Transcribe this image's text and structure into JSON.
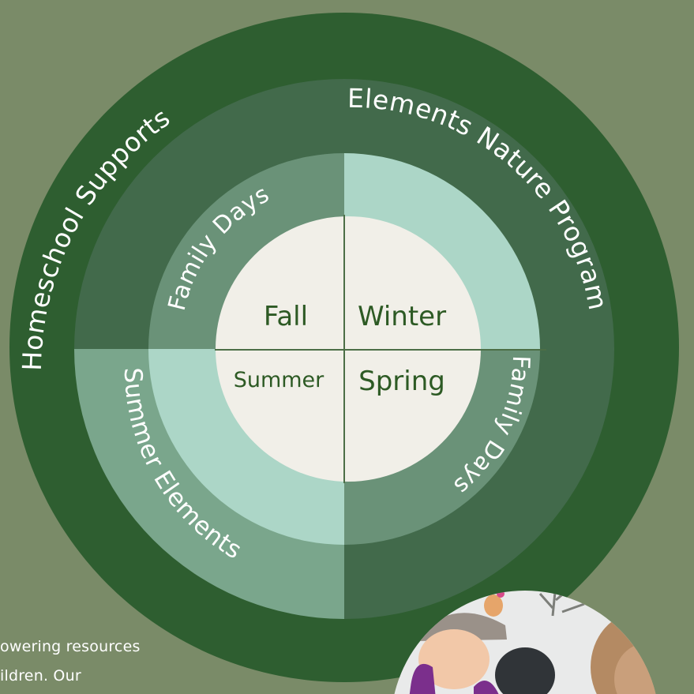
{
  "colors": {
    "background": "#7a8b68",
    "outer_ring": "#2e5e30",
    "ring2": "#426a4b",
    "ring2_light": "#7aa68c",
    "ring3": "#6a9278",
    "ring3_light": "#acd6c7",
    "center": "#f1efe8",
    "label_white": "#ffffff",
    "season_text": "#2d5a24",
    "divider": "#4c6e46"
  },
  "rings": {
    "outer": {
      "label": "Homeschool Supports"
    },
    "second": {
      "top_right": "Elements Nature Program",
      "bottom_left": "Summer Elements"
    },
    "third": {
      "top_left": "Family Days",
      "bottom_right": "Family Days"
    }
  },
  "seasons": {
    "top_left": "Fall",
    "top_right": "Winter",
    "bottom_left": "Summer",
    "bottom_right": "Spring"
  },
  "side_text": {
    "line1": "owering resources",
    "line2": "ildren. Our"
  },
  "photo": {
    "icon": "photo-children-outdoors-icon"
  }
}
